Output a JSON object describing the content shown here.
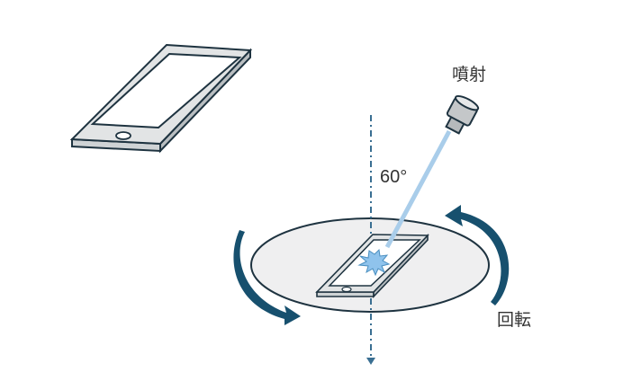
{
  "labels": {
    "spray": "噴射",
    "angle": "60°",
    "rotation": "回転"
  },
  "colors": {
    "outline": "#1e3340",
    "table_fill": "#efeff0",
    "phone_frame": "#e2e4e5",
    "beam": "#a9cdea",
    "splash": "#8fc3ec",
    "arrow": "#17506e",
    "axis": "#3a6f92"
  }
}
